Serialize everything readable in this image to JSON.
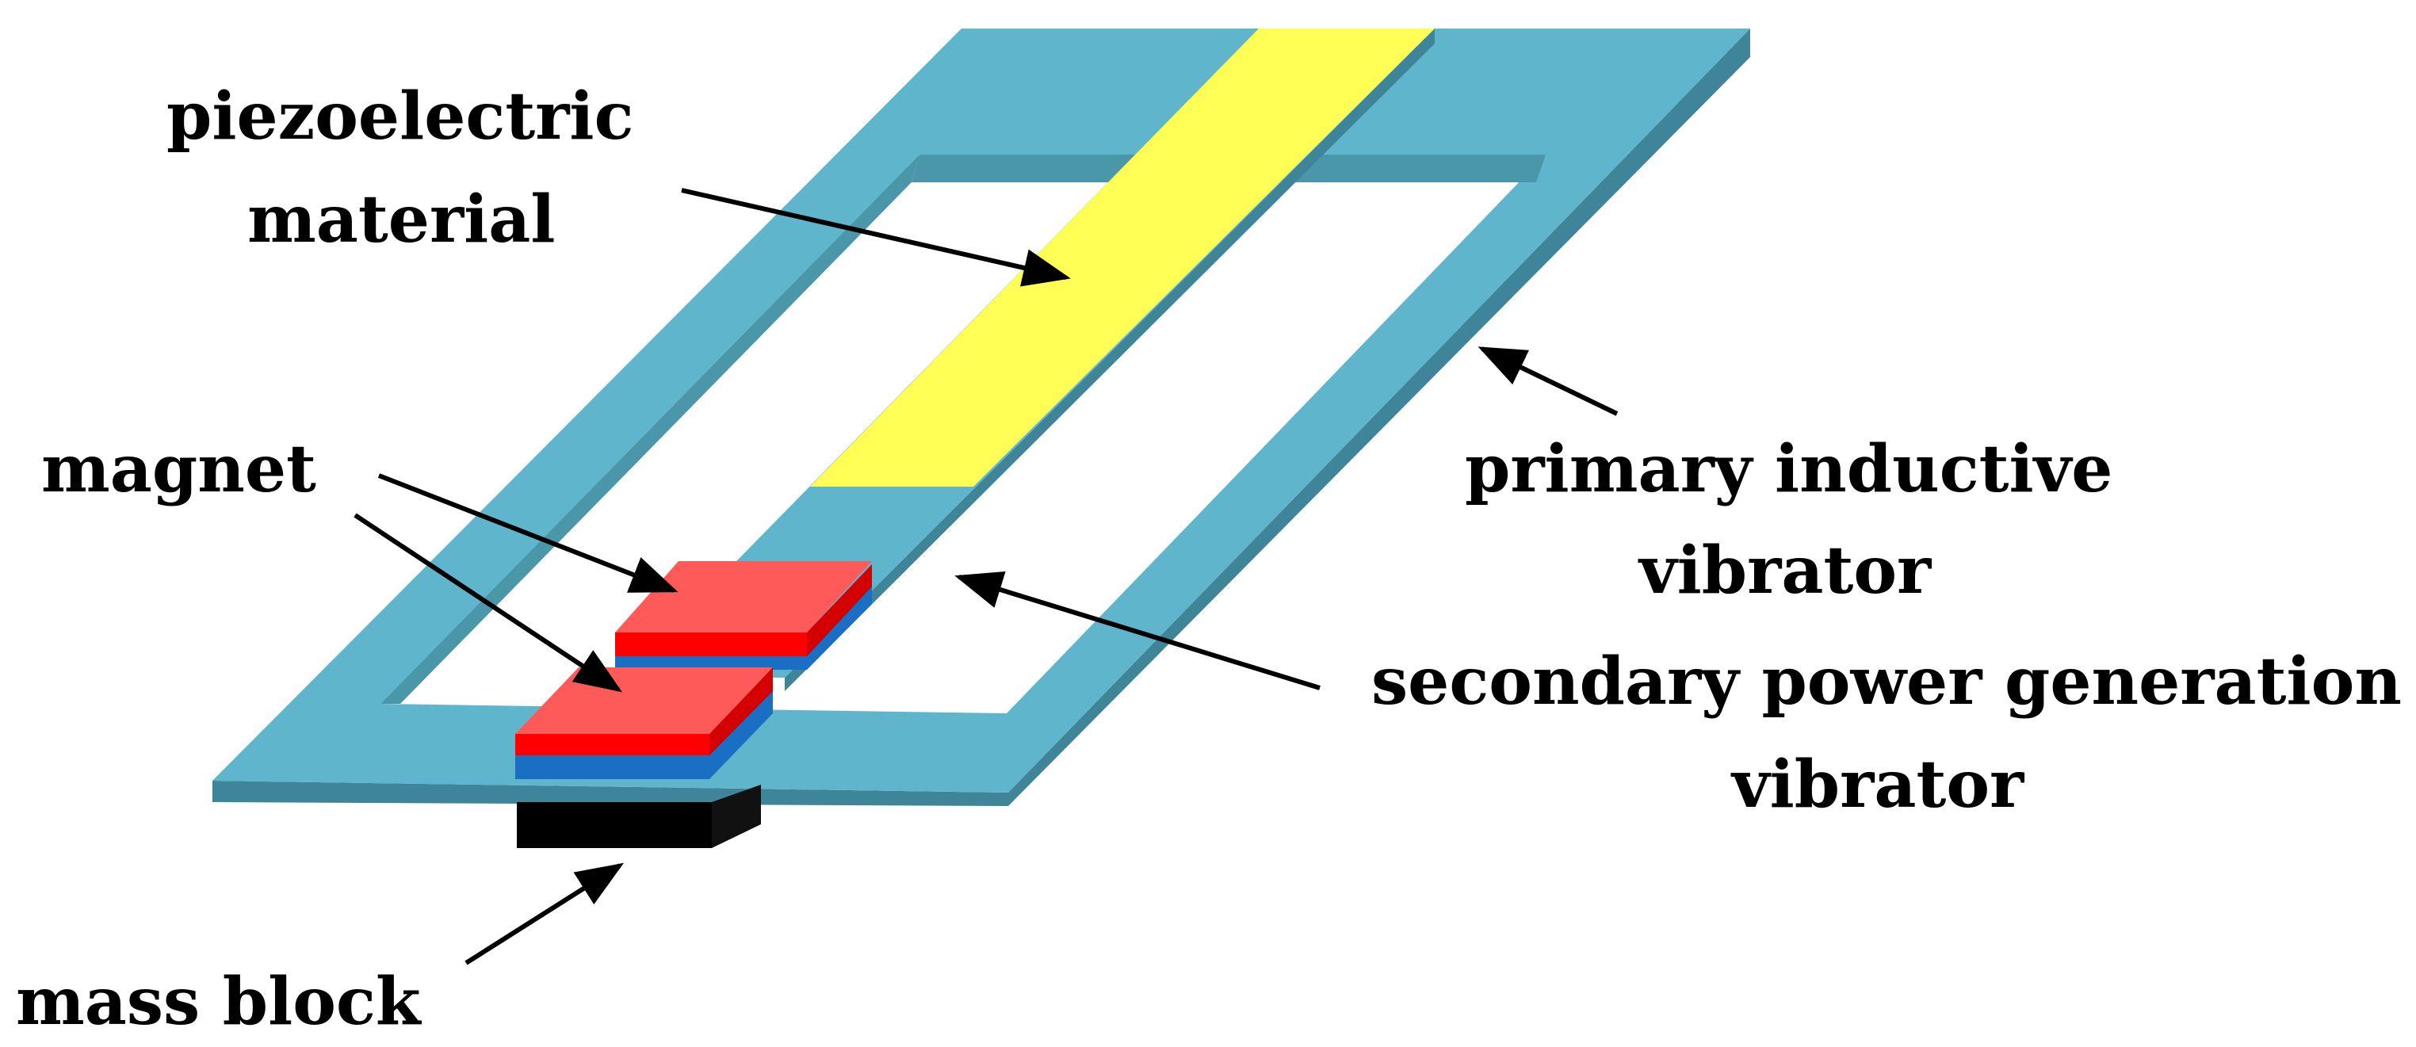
{
  "labels": {
    "piezo_line1": "piezoelectric",
    "piezo_line2": "material",
    "magnet": "magnet",
    "primary_line1": "primary inductive",
    "primary_line2": "vibrator",
    "secondary_line1": "secondary power generation",
    "secondary_line2": "vibrator",
    "mass": "mass block"
  },
  "colors": {
    "frame_top": "#5FB5CB",
    "frame_side": "#3F8599",
    "frame_inner_wall": "#4A97AA",
    "piezo": "#FFFF55",
    "magnet_top": "#FF5A5A",
    "magnet_red": "#FF0000",
    "magnet_blue": "#1A6FC4",
    "mass": "#000000",
    "arrow": "#000000",
    "text": "#000000"
  }
}
